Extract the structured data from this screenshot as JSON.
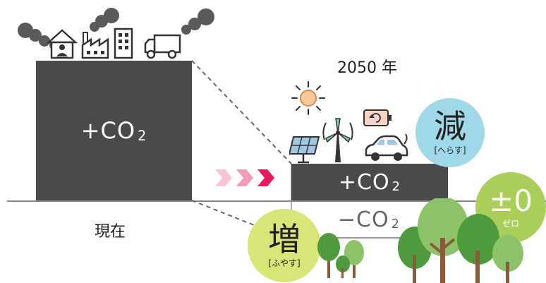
{
  "now": {
    "label": "現在",
    "block_text": "+CO",
    "block_sub": "2"
  },
  "future": {
    "year_label": "2050 年",
    "plus_text": "+CO",
    "plus_sub": "2",
    "minus_text": "−CO",
    "minus_sub": "2"
  },
  "reduce": {
    "kanji": "減",
    "reading": "[へらす]",
    "color": "#9fd8e6"
  },
  "increase": {
    "kanji": "増",
    "reading": "[ふやす]",
    "color": "#d9e576"
  },
  "zero": {
    "symbol": "±0",
    "reading": "ゼロ",
    "color": "#a9cf5a"
  },
  "colors": {
    "block": "#4a4a4a",
    "arrow_light": "#f7c5d5",
    "arrow_mid": "#f29ab8",
    "arrow_dark": "#e8195d",
    "tree_light": "#8cc26a",
    "tree_dark": "#4f9a3c"
  },
  "icons": [
    "smoke-icon",
    "house-icon",
    "factory-icon",
    "building-icon",
    "truck-icon",
    "sun-icon",
    "solar-panel-icon",
    "wind-turbine-icon",
    "battery-icon",
    "electric-car-icon",
    "tree-icon"
  ]
}
